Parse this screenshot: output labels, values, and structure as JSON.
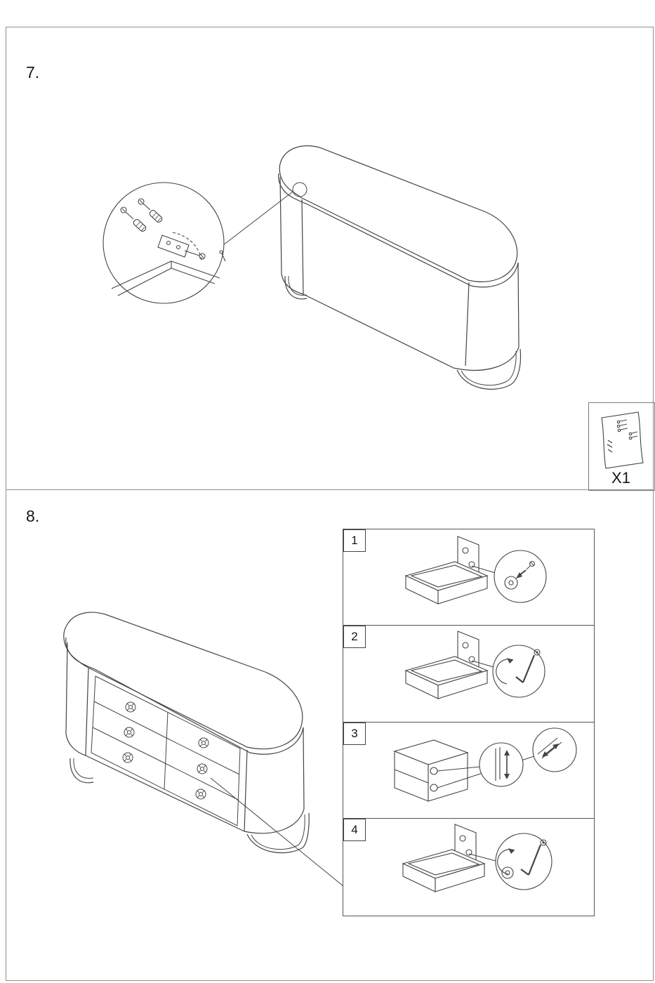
{
  "steps": [
    {
      "label": "7."
    },
    {
      "label": "8."
    }
  ],
  "hardware_box": {
    "quantity": "X1",
    "icon": "screw-packet-sheet-icon"
  },
  "panels": [
    {
      "number": "1",
      "icon": "drawer-cam-pin-detail-icon"
    },
    {
      "number": "2",
      "icon": "drawer-allen-key-tighten-detail-icon"
    },
    {
      "number": "3",
      "icon": "drawer-front-adjust-arrows-detail-icon"
    },
    {
      "number": "4",
      "icon": "drawer-knob-allen-key-detail-icon"
    }
  ],
  "diagrams": {
    "step7": "sideboard-with-bracket-mounting-detail",
    "step8": "six-drawer-sideboard-with-drawer-installation-substeps"
  }
}
